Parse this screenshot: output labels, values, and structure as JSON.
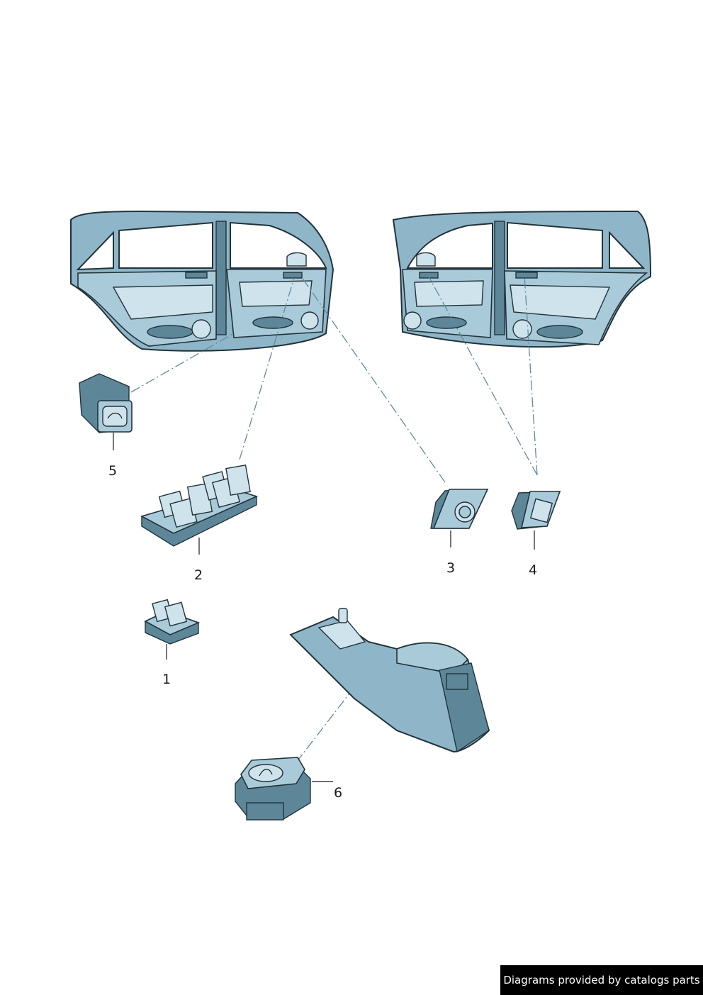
{
  "callouts": [
    {
      "id": "1",
      "label": "1"
    },
    {
      "id": "2",
      "label": "2"
    },
    {
      "id": "3",
      "label": "3"
    },
    {
      "id": "4",
      "label": "4"
    },
    {
      "id": "5",
      "label": "5"
    },
    {
      "id": "6",
      "label": "6"
    }
  ],
  "watermark": "Diagrams provided by catalogs parts",
  "colors": {
    "part_fill": "#8fb6c8",
    "part_light": "#cfe3ec",
    "part_dark": "#5d8799",
    "outline": "#22323a",
    "leader_dash": "#5f8ba0"
  }
}
